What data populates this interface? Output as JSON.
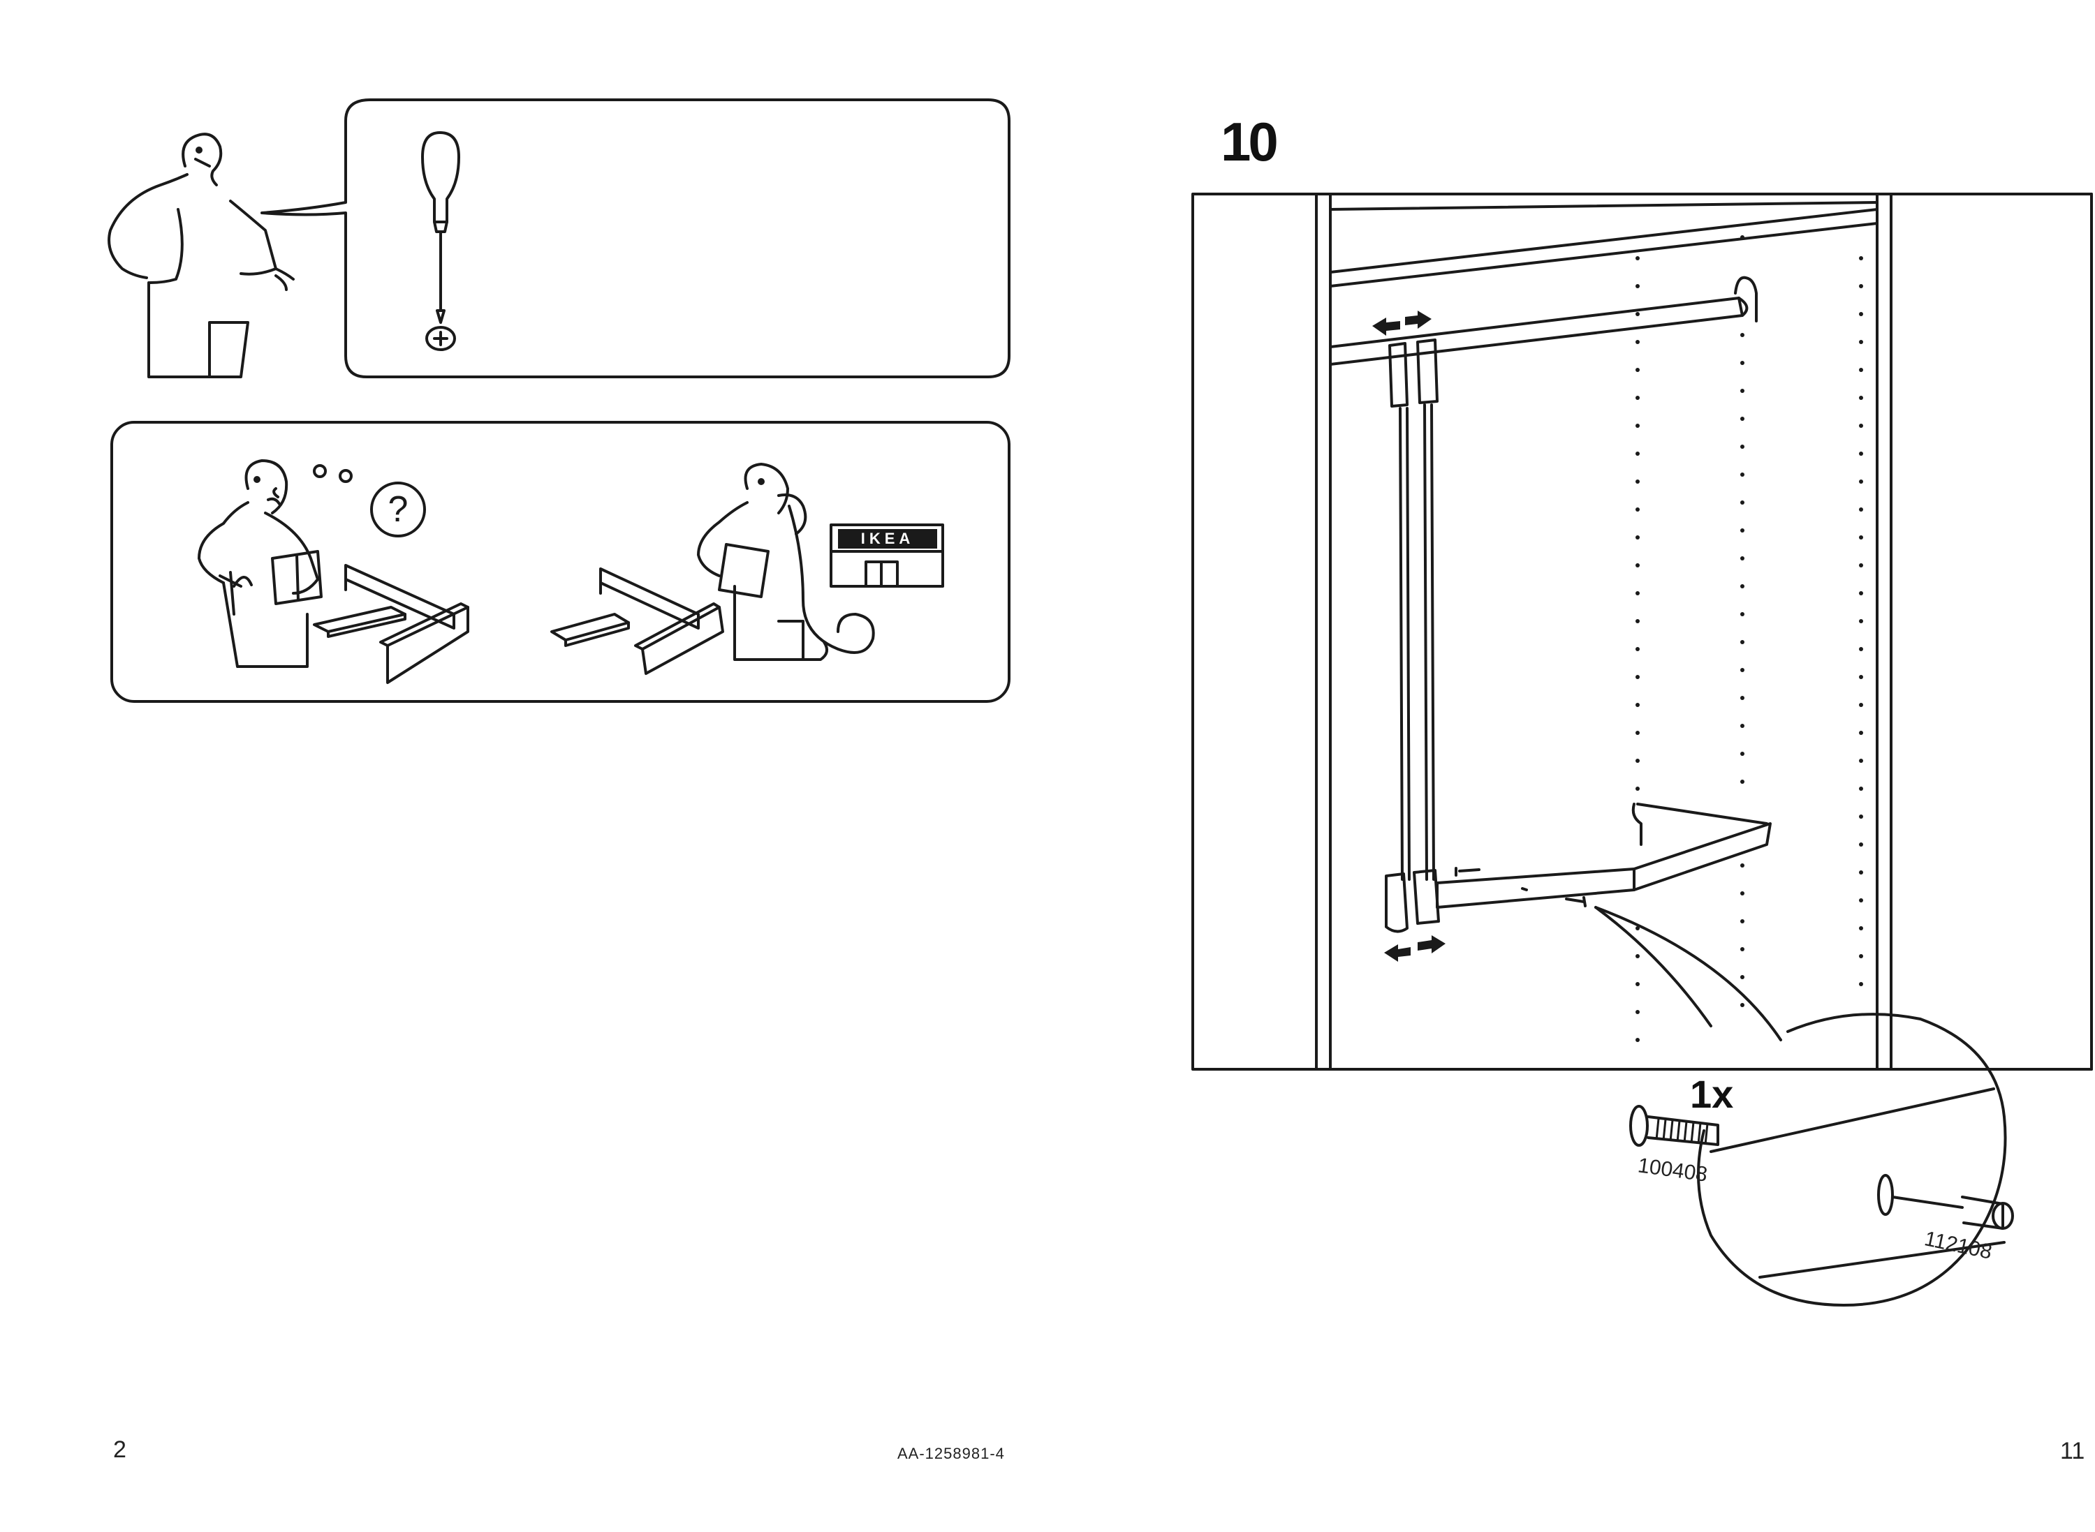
{
  "left_page": {
    "tools_panel": {
      "screwdriver_icon": "phillips-screwdriver-icon"
    },
    "help_panel": {
      "question_symbol": "?",
      "store_sign": "IKEA"
    },
    "page_number": "2"
  },
  "footer": {
    "document_code": "AA-1258981-4"
  },
  "right_page": {
    "step_number": "10",
    "callout": {
      "quantity": "1x",
      "parts": [
        "100408",
        "112108"
      ]
    },
    "page_number": "11"
  }
}
